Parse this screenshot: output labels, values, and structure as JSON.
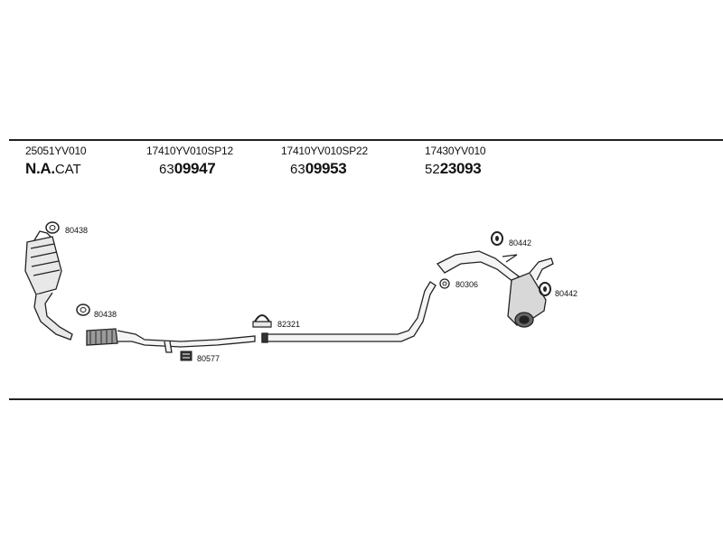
{
  "headers": [
    {
      "part_number": "25051YV010",
      "code_small": "N.A.",
      "code_big": "CAT",
      "style": "nacat"
    },
    {
      "part_number": "17410YV010SP12",
      "code_small": "63",
      "code_big": "09947",
      "style": "num"
    },
    {
      "part_number": "17410YV010SP22",
      "code_small": "63",
      "code_big": "09953",
      "style": "num"
    },
    {
      "part_number": "17430YV010",
      "code_small": "52",
      "code_big": "23093",
      "style": "num"
    }
  ],
  "callouts": {
    "gasket_top": "80438",
    "gasket_mid": "80438",
    "mount": "80577",
    "clamp": "82321",
    "seal_rear": "80306",
    "hanger_upper": "80442",
    "hanger_lower": "80442"
  },
  "colors": {
    "line": "#222222",
    "fill": "#e8e8e8",
    "dark": "#555555"
  }
}
